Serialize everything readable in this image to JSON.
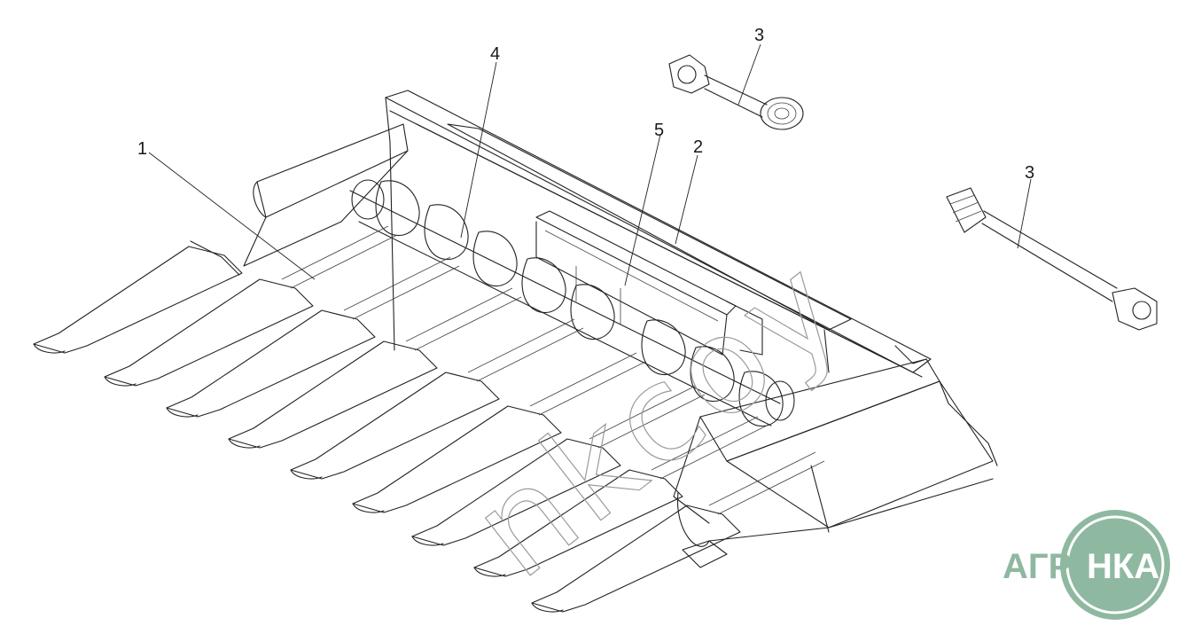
{
  "callouts": {
    "c1": "1",
    "c2": "2",
    "c3a": "3",
    "c3b": "3",
    "c4": "4",
    "c5": "5"
  },
  "watermark": {
    "text": "nkcoy"
  },
  "logo": {
    "left": "АГРО",
    "right": "НКА",
    "color": "#8fb8a0"
  }
}
